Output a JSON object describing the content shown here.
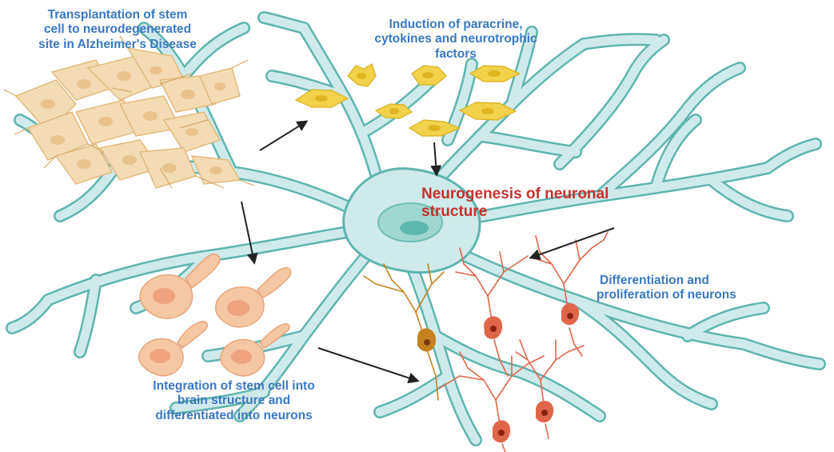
{
  "labels": {
    "transplantation": {
      "line1": "Transplantation of stem",
      "line2": "cell to neurodegenerated",
      "line3": "site in Alzheimer's Disease"
    },
    "induction": {
      "line1": "Induction of paracrine,",
      "line2": "cytokines and neurotrophic",
      "line3": "factors"
    },
    "neurogenesis": {
      "line1": "Neurogenesis of neuronal",
      "line2": "structure"
    },
    "differentiation": {
      "line1": "Differentiation and",
      "line2": "proliferation of neurons"
    },
    "integration": {
      "line1": "Integration of stem cell into",
      "line2": "brain structure and",
      "line3": "differentiated into neurons"
    }
  },
  "colors": {
    "neuron_fill": "#cfeaea",
    "neuron_outline": "#5fb5b0",
    "nucleus": "#9fd6d0",
    "nucleolus": "#5fb8ae",
    "stem_cell": "#f3dcb4",
    "stem_outline": "#e2b97a",
    "factor": "#f2d24a",
    "integrated_cell": "#f6c7a3",
    "integrated_nucleus": "#eea37e",
    "new_neuron": "#e0664a",
    "new_neuron_dark": "#c6821f",
    "label_blue": "#3a78c2",
    "label_red": "#c9302c",
    "arrow": "#222222"
  }
}
